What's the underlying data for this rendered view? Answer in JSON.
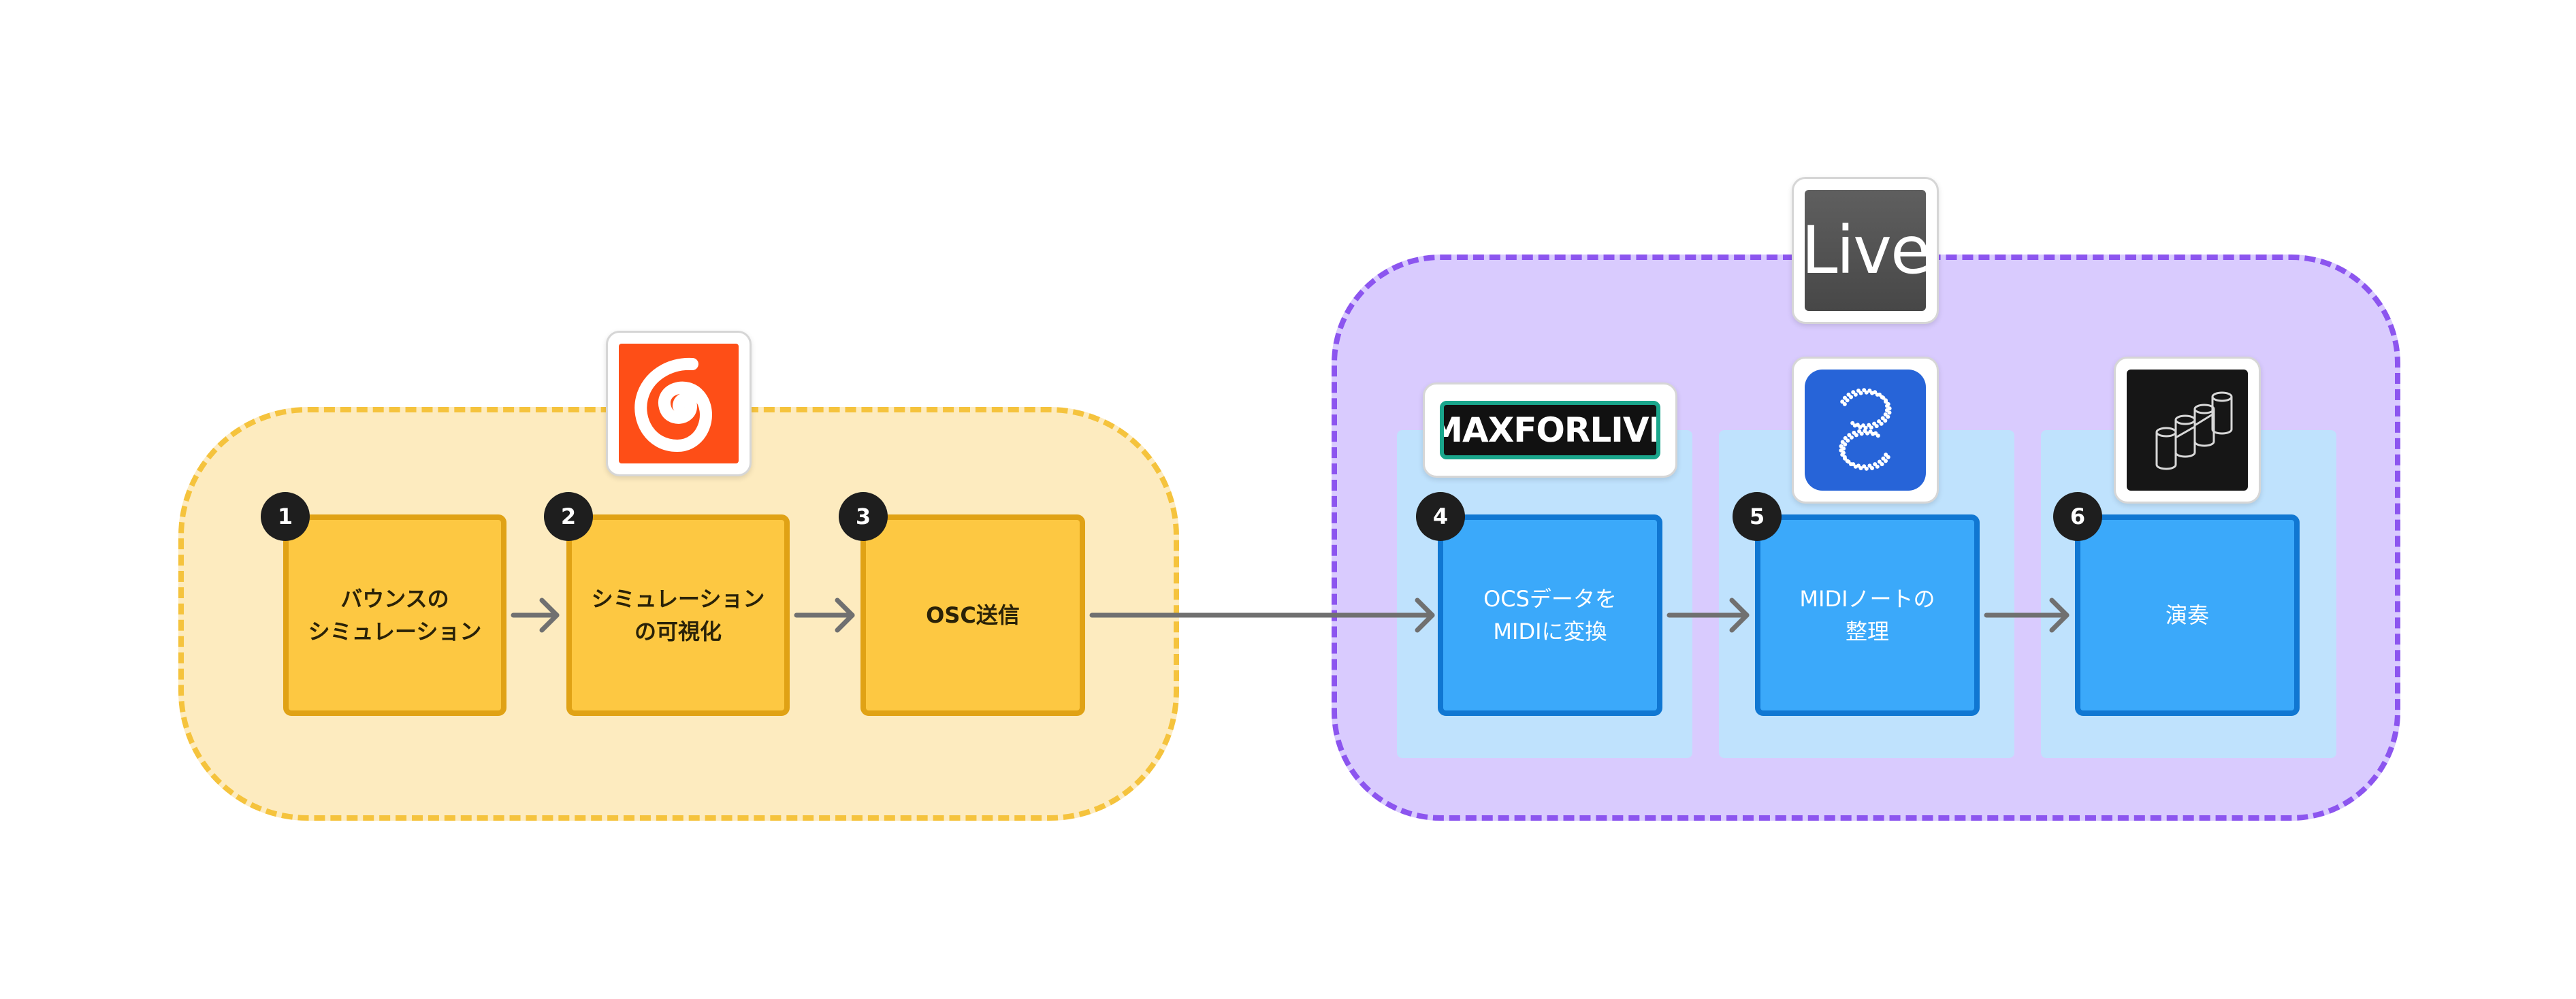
{
  "groups": {
    "houdini": {
      "fill": "#fdebbf",
      "border": "#f5c33d",
      "logo_icon": "houdini-logo-icon",
      "logo_color": "#fe4e17"
    },
    "ableton_live": {
      "fill": "#d9cbfe",
      "border": "#8c55ef",
      "logo_text": "Live",
      "logo_color": "#555555"
    }
  },
  "steps": [
    {
      "number": "1",
      "label": "バウンスの\nシミュレーション"
    },
    {
      "number": "2",
      "label": "シミュレーション\nの可視化"
    },
    {
      "number": "3",
      "label": "OSC送信"
    },
    {
      "number": "4",
      "label": "OCSデータを\nMIDIに変換"
    },
    {
      "number": "5",
      "label": "MIDIノートの\n整理"
    },
    {
      "number": "6",
      "label": "演奏"
    }
  ],
  "logos": {
    "max_for_live": {
      "text": "MAXFORLIVE",
      "bg": "#111111",
      "accent": "#1aa68c"
    },
    "step5_tool": {
      "icon": "dotted-s-logo-icon",
      "bg": "#2764d8"
    },
    "step6_tool": {
      "icon": "cylinders-logo-icon",
      "bg": "#161616"
    }
  },
  "colors": {
    "step_yellow_fill": "#fdc842",
    "step_yellow_border": "#e0a215",
    "step_blue_fill": "#3ba9fa",
    "step_blue_border": "#1077d2",
    "lane_fill": "#bfe2fd",
    "badge": "#1e1e1e",
    "arrow": "#707070"
  },
  "edges": [
    [
      "1",
      "2"
    ],
    [
      "2",
      "3"
    ],
    [
      "3",
      "4"
    ],
    [
      "4",
      "5"
    ],
    [
      "5",
      "6"
    ]
  ]
}
